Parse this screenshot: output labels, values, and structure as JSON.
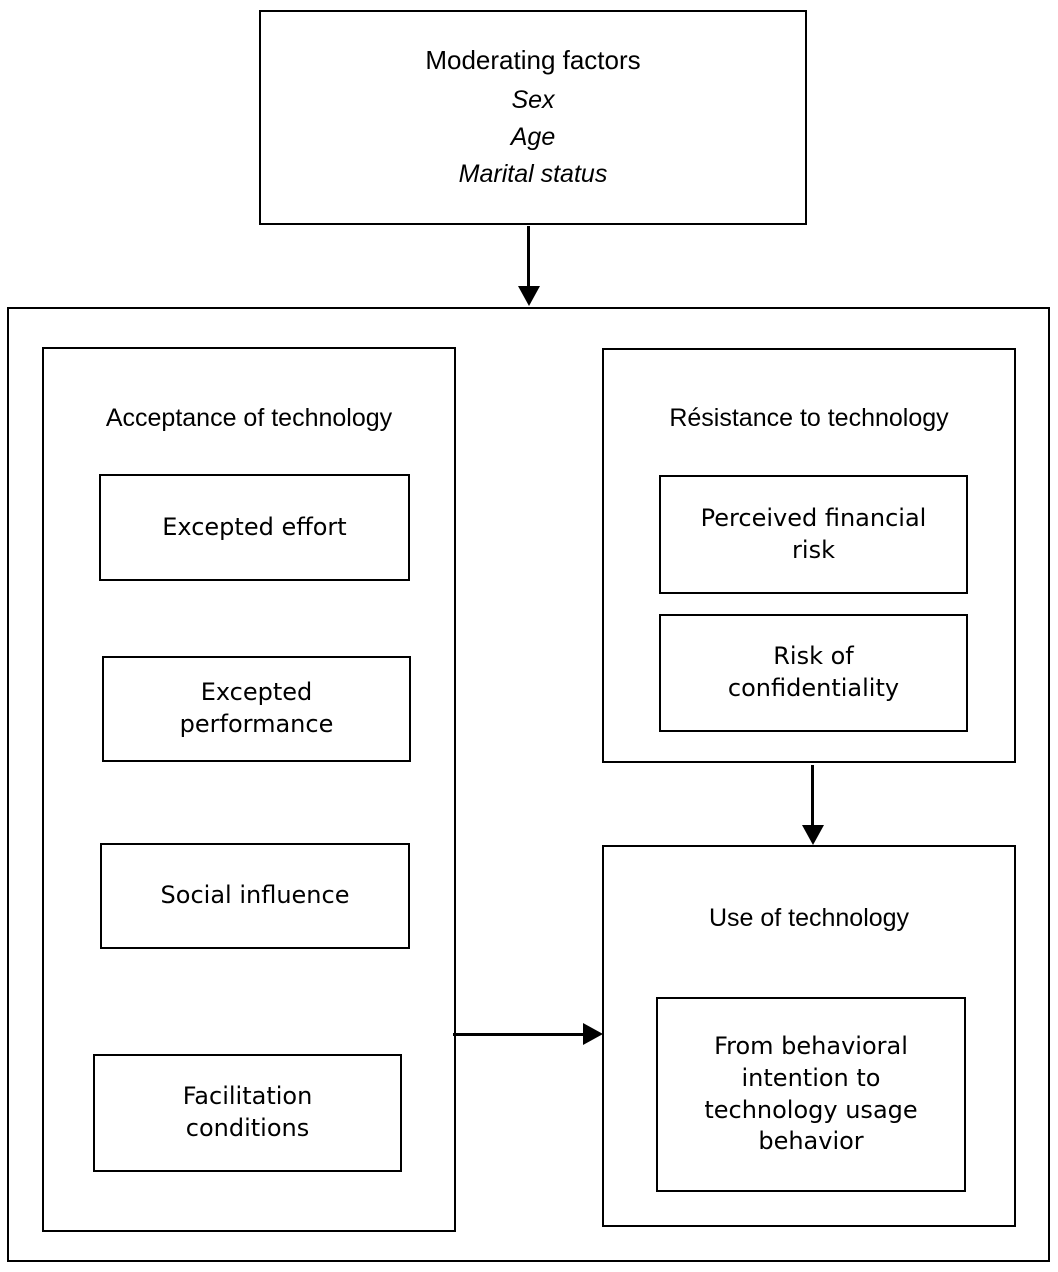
{
  "diagram": {
    "moderating": {
      "title": "Moderating factors",
      "items": [
        "Sex",
        "Age",
        "Marital status"
      ]
    },
    "acceptance": {
      "header": "Acceptance of technology",
      "factors": [
        "Excepted effort",
        "Excepted\nperformance",
        "Social influence",
        "Facilitation\nconditions"
      ]
    },
    "resistance": {
      "header": "Résistance to technology",
      "factors": [
        "Perceived financial\nrisk",
        "Risk of\nconfidentiality"
      ]
    },
    "use": {
      "header": "Use of technology",
      "outcome": "From behavioral\nintention to\ntechnology usage\nbehavior"
    },
    "connectors": [
      {
        "name": "moderating-to-model",
        "direction": "down"
      },
      {
        "name": "resistance-to-use",
        "direction": "down"
      },
      {
        "name": "acceptance-to-use",
        "direction": "right"
      }
    ],
    "colors": {
      "stroke": "#000000",
      "background": "#ffffff",
      "text": "#000000"
    }
  }
}
